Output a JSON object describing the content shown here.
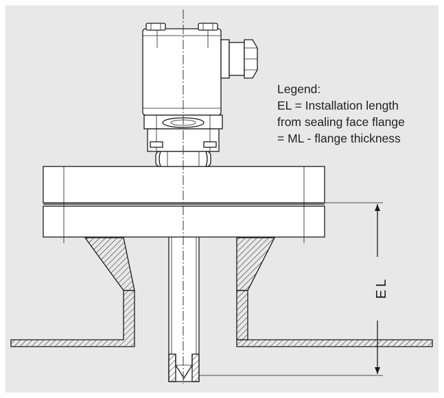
{
  "legend": {
    "heading": "Legend:",
    "line1": "EL = Installation length",
    "line2": "from sealing face flange",
    "line3": "= ML - flange thickness"
  },
  "dimension": {
    "label": "EL"
  },
  "colors": {
    "background": "#e8e8e8",
    "line": "#1a1a1a",
    "fill": "#ffffff"
  }
}
